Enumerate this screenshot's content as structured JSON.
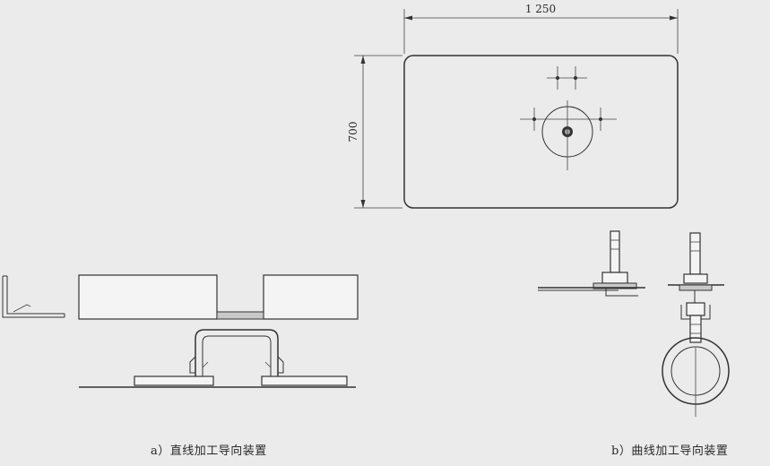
{
  "dimensions": {
    "width_label": "1 250",
    "height_label": "700"
  },
  "captions": {
    "a": "a）直线加工导向装置",
    "b": "b）曲线加工导向装置"
  },
  "colors": {
    "background": "#ebebeb",
    "line": "#333333"
  }
}
